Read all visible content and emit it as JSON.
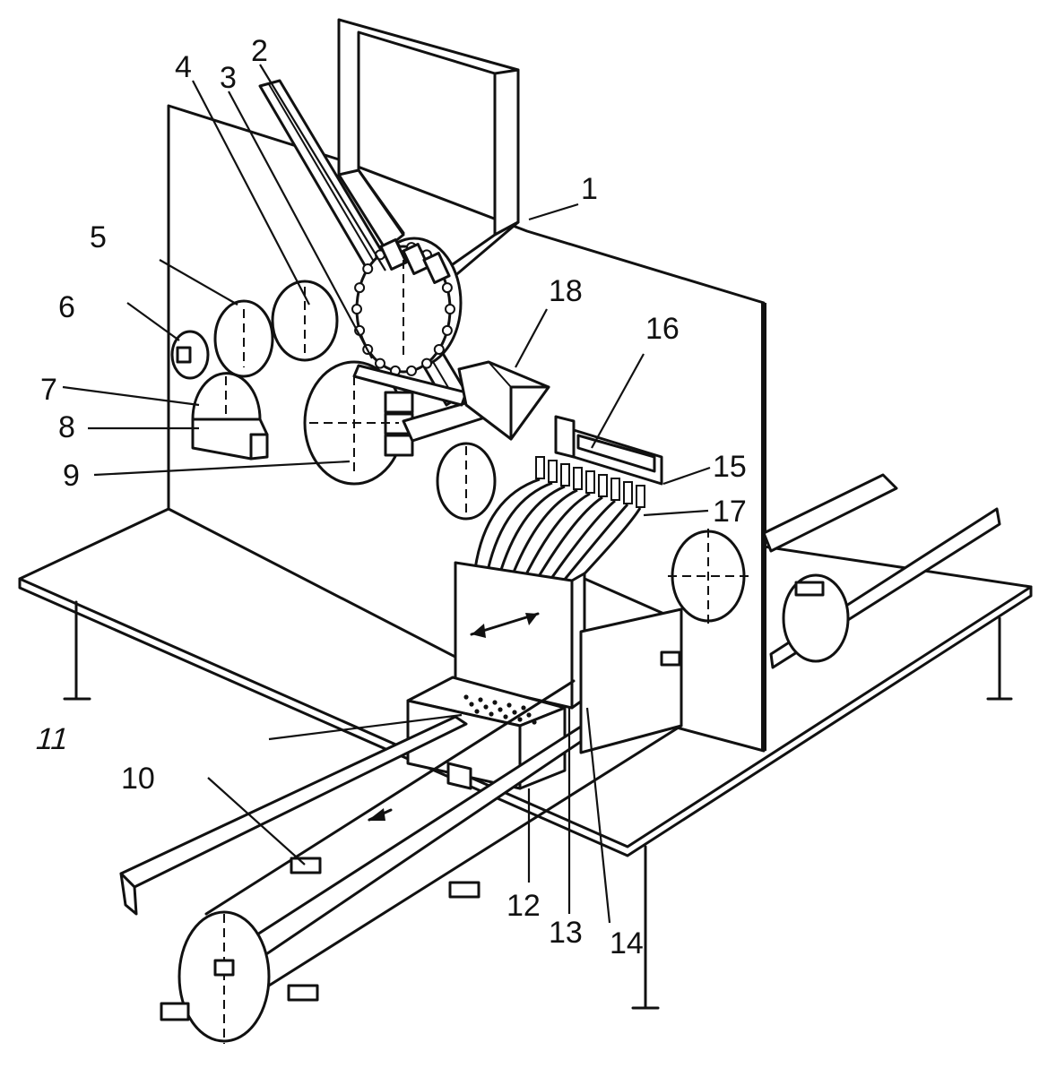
{
  "labels": {
    "l1": "1",
    "l2": "2",
    "l3": "3",
    "l4": "4",
    "l5": "5",
    "l6": "6",
    "l7": "7",
    "l8": "8",
    "l9": "9",
    "l10": "10",
    "l11": "11",
    "l12": "12",
    "l13": "13",
    "l14": "14",
    "l15": "15",
    "l16": "16",
    "l17": "17",
    "l18": "18"
  },
  "colors": {
    "ink": "#111111",
    "paper": "#ffffff"
  }
}
